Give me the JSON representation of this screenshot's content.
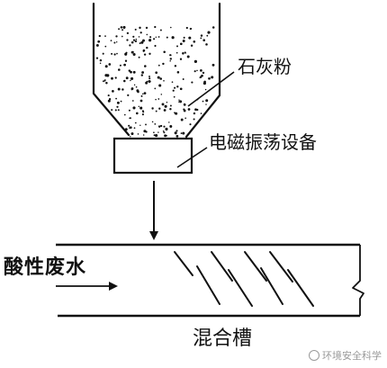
{
  "labels": {
    "lime_powder": "石灰粉",
    "vibration_device": "电磁振荡设备",
    "acidic_wastewater": "酸性废水",
    "mixing_tank": "混合槽"
  },
  "watermark": {
    "text": "环境安全科学",
    "icon": "watermark-logo-icon"
  },
  "colors": {
    "ink": "#111111",
    "background": "#ffffff",
    "watermark": "#9a9a9a"
  }
}
